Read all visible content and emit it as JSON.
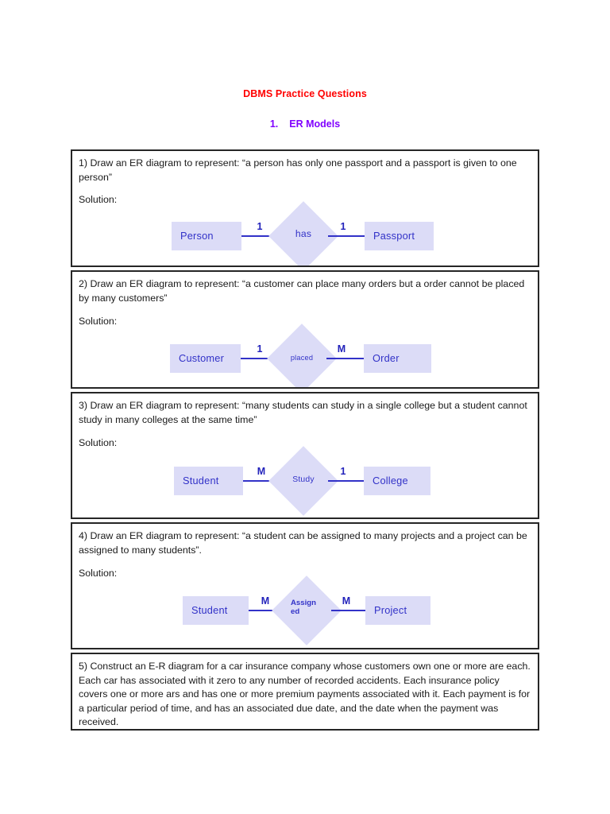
{
  "document": {
    "title": "DBMS Practice Questions",
    "section_number": "1.",
    "section_title": "ER Models",
    "title_color": "#ff0000",
    "section_color": "#8000ff",
    "entity_fill": "#dcdcf7",
    "entity_text_color": "#3232c8"
  },
  "questions": [
    {
      "text": "1) Draw an ER diagram to represent: “a person has only one passport and a passport is given to one person”",
      "solution_label": "Solution:",
      "diagram": {
        "left_entity": "Person",
        "right_entity": "Passport",
        "relationship": "has",
        "left_cardinality": "1",
        "right_cardinality": "1"
      }
    },
    {
      "text": "2) Draw an ER diagram to represent: “a customer can place many orders but a order cannot be placed by many customers”",
      "solution_label": "Solution:",
      "diagram": {
        "left_entity": "Customer",
        "right_entity": "Order",
        "relationship": "placed",
        "left_cardinality": "1",
        "right_cardinality": "M"
      }
    },
    {
      "text": "3) Draw an ER diagram to represent: “many students can study in a single college but a student cannot study in many colleges at the same time”",
      "solution_label": "Solution:",
      "diagram": {
        "left_entity": "Student",
        "right_entity": "College",
        "relationship": "Study",
        "left_cardinality": "M",
        "right_cardinality": "1"
      }
    },
    {
      "text": "4) Draw an ER diagram to represent: “a student can be assigned to many projects and a project can be assigned to many students”.",
      "solution_label": "Solution:",
      "diagram": {
        "left_entity": "Student",
        "right_entity": "Project",
        "relationship_line1": "Assign",
        "relationship_line2": "ed",
        "left_cardinality": "M",
        "right_cardinality": "M"
      }
    },
    {
      "text": "5) Construct an E-R diagram for a car insurance company whose customers own one or more are each. Each car has associated with it zero to any number of recorded accidents. Each insurance policy covers one or more ars and has one or more premium payments associated with it. Each payment is for a particular period of time, and has an associated due date, and the date when the payment was received."
    }
  ]
}
